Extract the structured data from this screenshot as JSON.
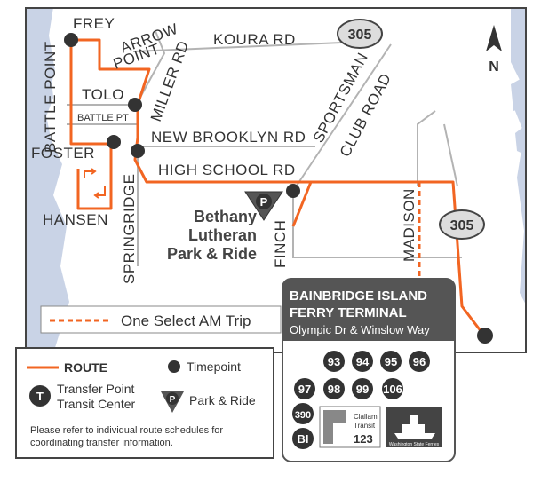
{
  "roads": {
    "frey": "FREY",
    "arrow_point_1": "ARROW",
    "arrow_point_2": "POINT",
    "koura_rd": "KOURA RD",
    "battle_point": "BATTLE POINT",
    "miller_rd": "MILLER RD",
    "tolo": "TOLO",
    "battle_pt": "BATTLE PT",
    "sportsman_club_road_1": "SPORTSMAN",
    "sportsman_club_road_2": "CLUB ROAD",
    "new_brooklyn_rd": "NEW BROOKLYN RD",
    "foster": "FOSTER",
    "high_school_rd": "HIGH SCHOOL RD",
    "hansen": "HANSEN",
    "springridge": "SPRINGRIDGE",
    "finch": "FINCH",
    "madison": "MADISON"
  },
  "highways": {
    "north_shield": "305",
    "south_shield": "305"
  },
  "north_arrow": "N",
  "park_and_ride": {
    "symbol": "P",
    "line1": "Bethany",
    "line2": "Lutheran",
    "line3": "Park & Ride"
  },
  "select_trip": "One Select AM Trip",
  "terminal": {
    "title1": "BAINBRIDGE ISLAND",
    "title2": "FERRY TERMINAL",
    "subtitle": "Olympic Dr & Winslow Way",
    "routes_row1": [
      "93",
      "94",
      "95",
      "96"
    ],
    "routes_row2": [
      "97",
      "98",
      "99",
      "106"
    ],
    "routes_row3": [
      "390",
      "BI"
    ],
    "clallam_1": "Clallam",
    "clallam_2": "Transit",
    "clallam_3": "123",
    "wsf_caption": "Washington State Ferries"
  },
  "legend": {
    "route": "ROUTE",
    "timepoint": "Timepoint",
    "transfer_symbol": "T",
    "transfer_1": "Transfer Point",
    "transfer_2": "Transit Center",
    "pr_symbol": "P",
    "park_ride": "Park & Ride",
    "note_1": "Please refer to individual route schedules for",
    "note_2": "coordinating transfer information."
  },
  "colors": {
    "route": "#f26522",
    "road": "#b3b3b3",
    "water": "#c9d3e6",
    "land": "#ffffff",
    "dark": "#333333",
    "border": "#444444"
  }
}
